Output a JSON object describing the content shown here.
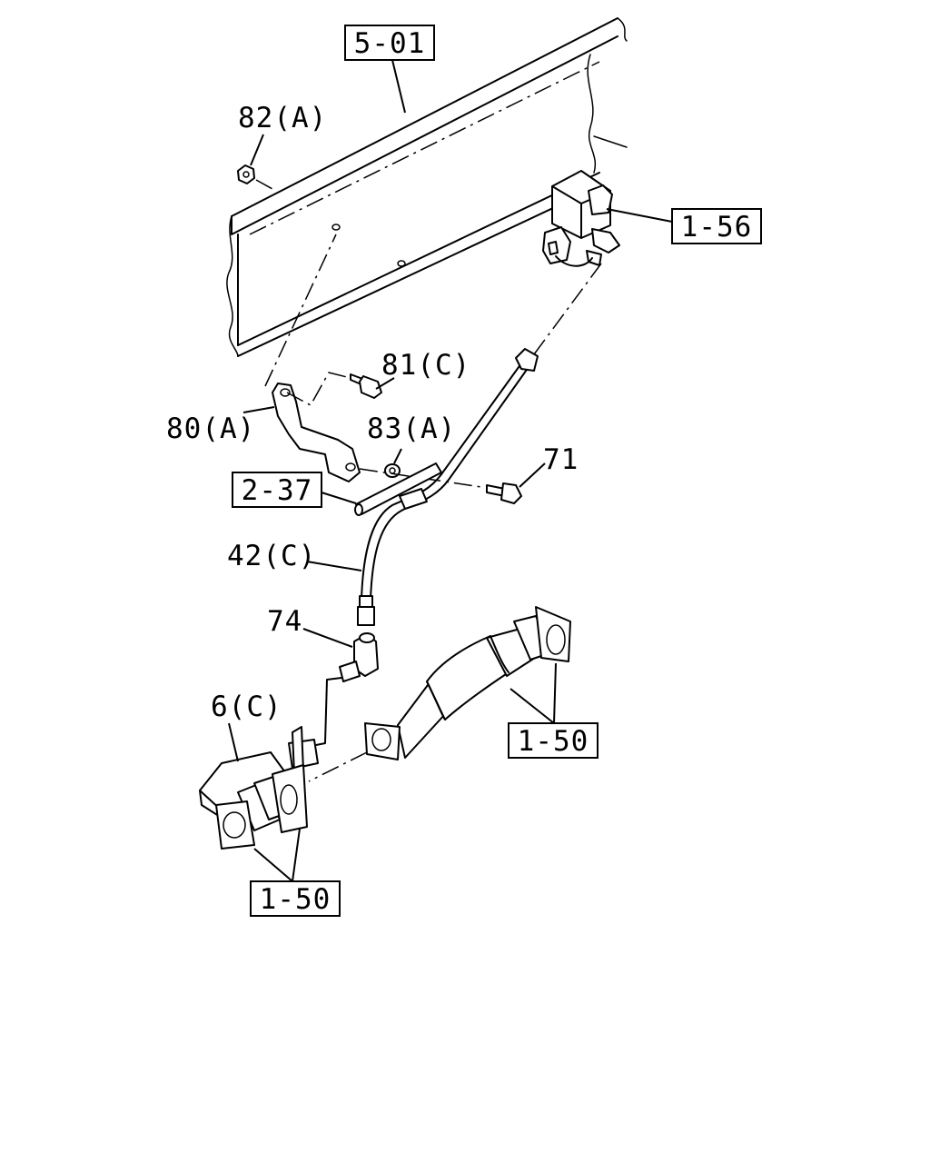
{
  "callouts": {
    "ref_5_01": "5-01",
    "ref_1_56": "1-56",
    "ref_2_37": "2-37",
    "ref_1_50_right": "1-50",
    "ref_1_50_bottom": "1-50",
    "part_82a": "82(A)",
    "part_81c": "81(C)",
    "part_80a": "80(A)",
    "part_83a": "83(A)",
    "part_71": "71",
    "part_42c": "42(C)",
    "part_74": "74",
    "part_6c": "6(C)"
  }
}
